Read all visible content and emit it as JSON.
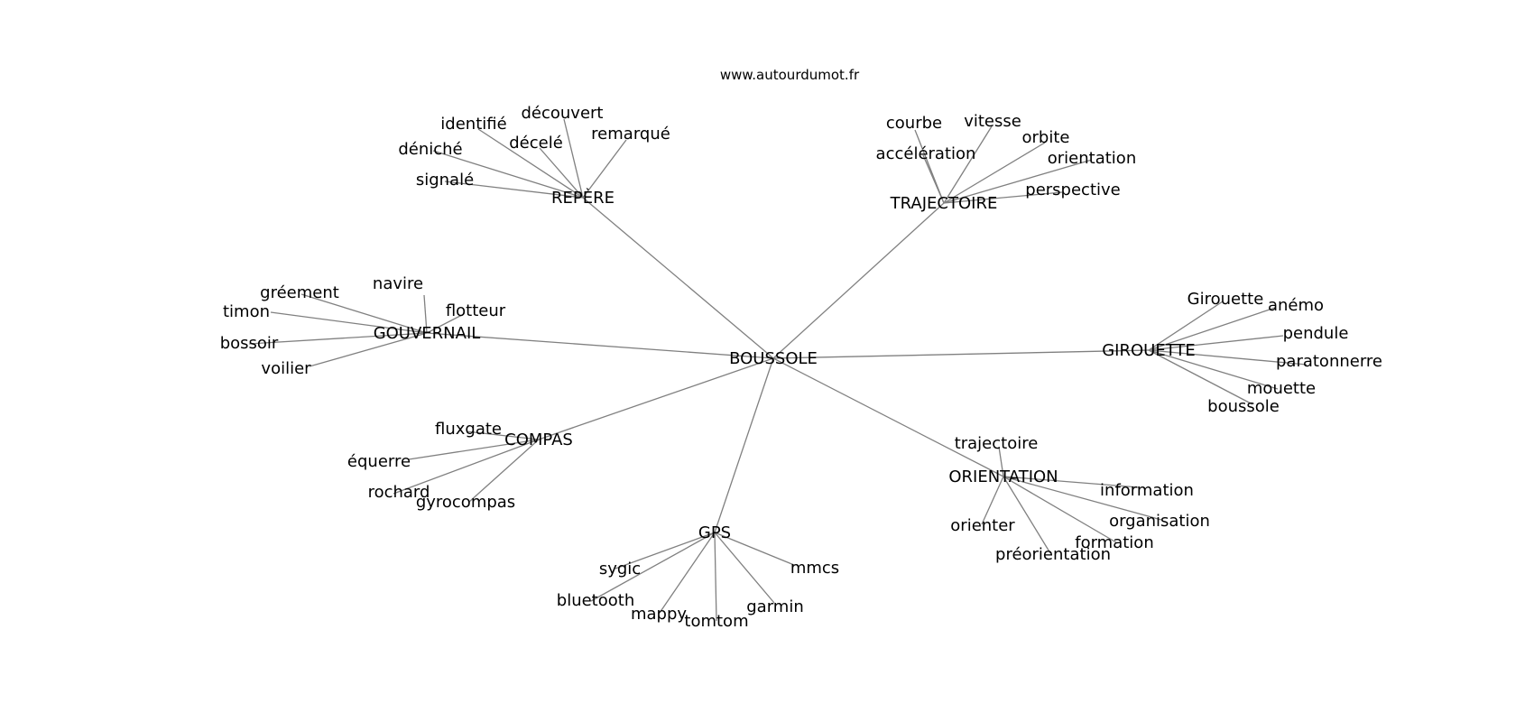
{
  "source_url": "www.autourdumot.fr",
  "root": "BOUSSOLE",
  "clusters": [
    {
      "hub": "REPÈRE",
      "leaves": [
        "découvert",
        "identifié",
        "décelé",
        "remarqué",
        "déniché",
        "signalé"
      ]
    },
    {
      "hub": "TRAJECTOIRE",
      "leaves": [
        "courbe",
        "vitesse",
        "orbite",
        "accélération",
        "orientation",
        "perspective"
      ]
    },
    {
      "hub": "GOUVERNAIL",
      "leaves": [
        "gréement",
        "navire",
        "timon",
        "flotteur",
        "bossoir",
        "voilier"
      ]
    },
    {
      "hub": "GIROUETTE",
      "leaves": [
        "Girouette",
        "anémo",
        "pendule",
        "paratonnerre",
        "mouette",
        "boussole"
      ]
    },
    {
      "hub": "COMPAS",
      "leaves": [
        "fluxgate",
        "équerre",
        "rochard",
        "gyrocompas"
      ]
    },
    {
      "hub": "ORIENTATION",
      "leaves": [
        "trajectoire",
        "information",
        "organisation",
        "orienter",
        "formation",
        "préorientation"
      ]
    },
    {
      "hub": "GPS",
      "leaves": [
        "sygic",
        "mmcs",
        "bluetooth",
        "mappy",
        "tomtom",
        "garmin"
      ]
    }
  ]
}
